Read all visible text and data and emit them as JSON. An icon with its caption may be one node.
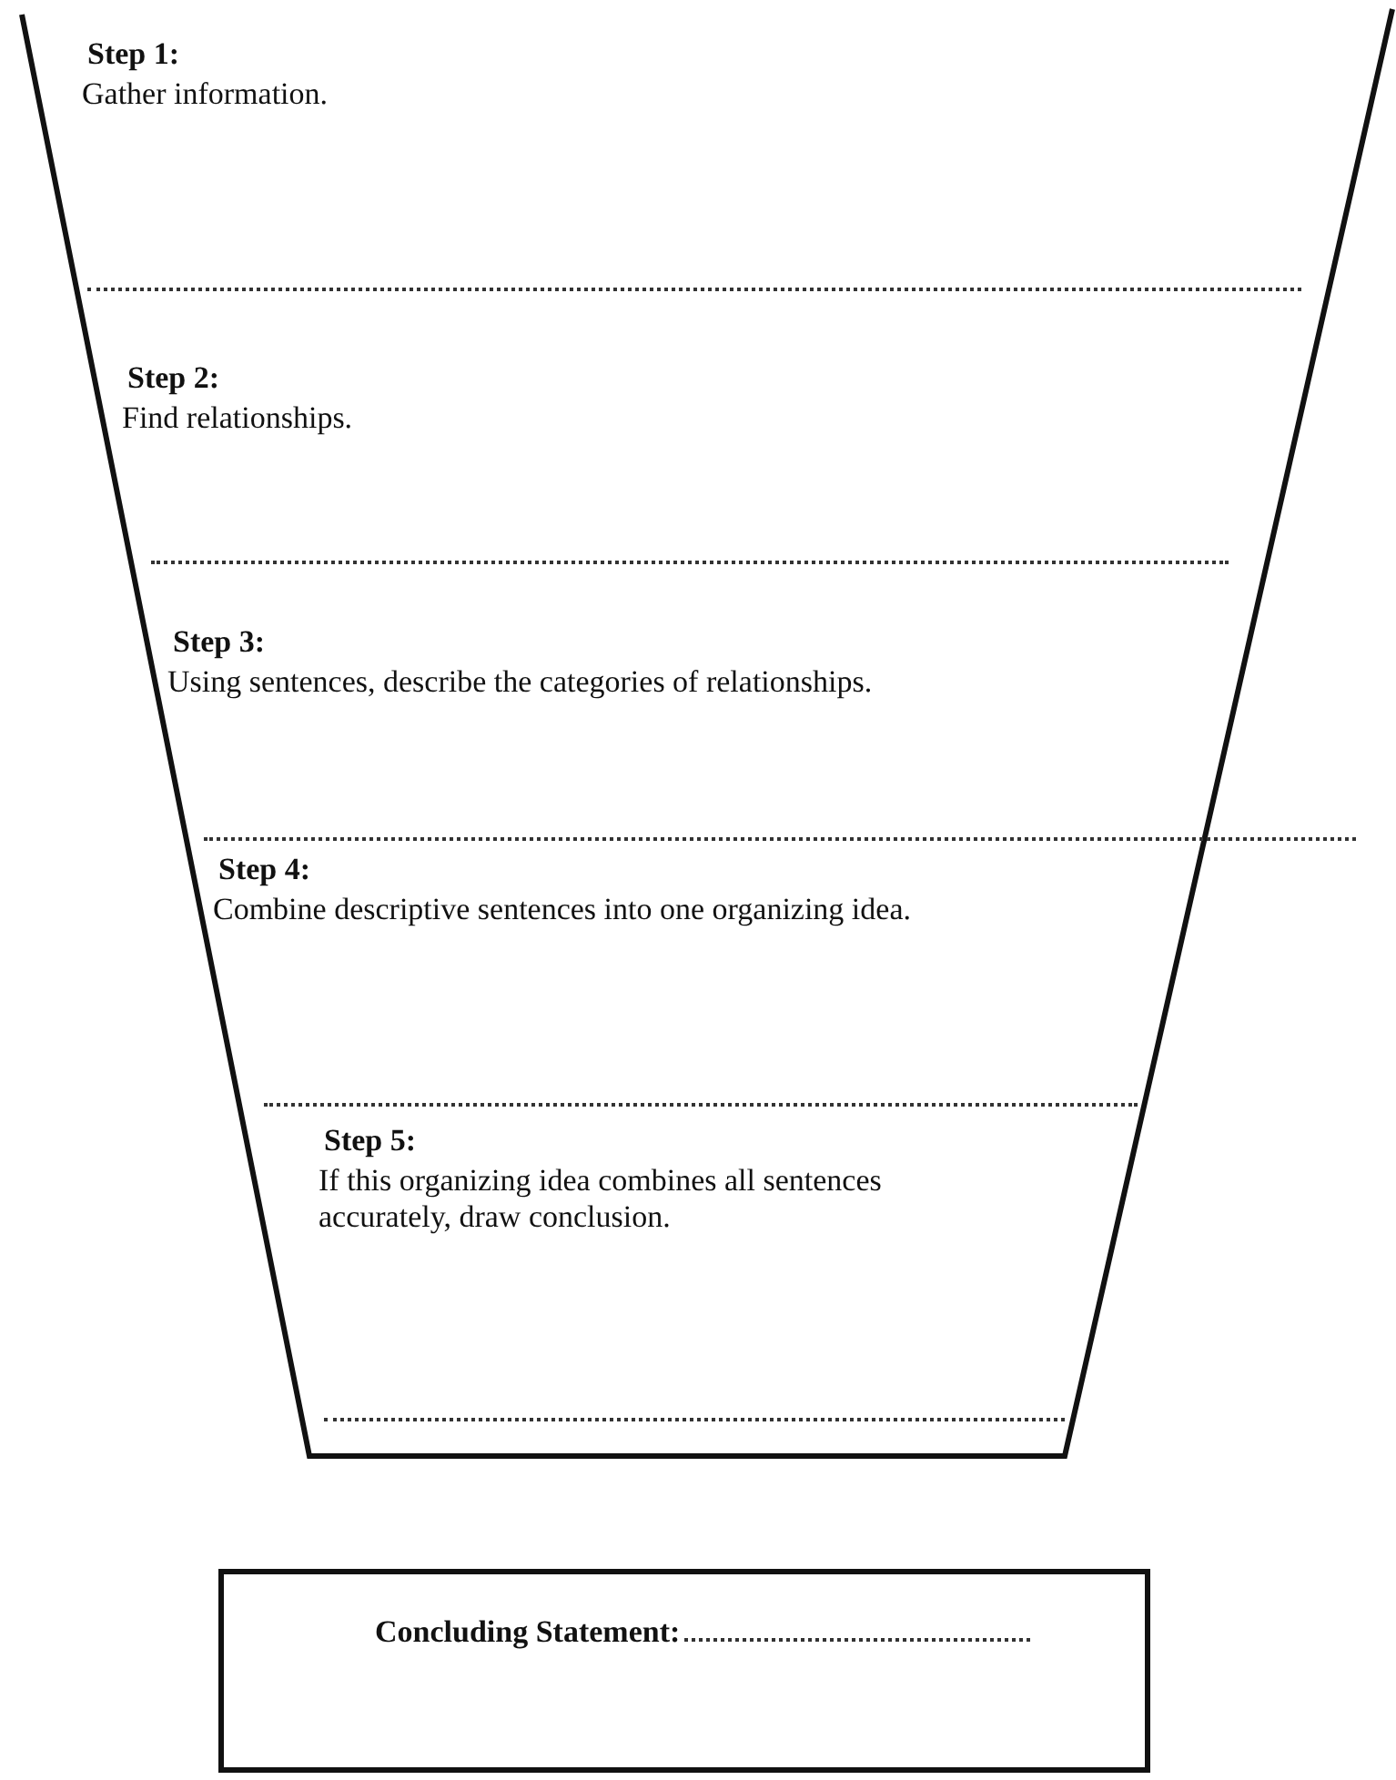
{
  "diagram": {
    "nodes": [
      {
        "text": [],
        "shape": "funnel"
      },
      {
        "text": [
          "Step 1:",
          "Gather information."
        ],
        "in": 0
      },
      {
        "text": [
          "Step 2:",
          "Find relationships."
        ],
        "in": 0
      },
      {
        "text": [
          "Step 3:",
          "Using sentences, describe the categories of relationships."
        ],
        "in": 0
      },
      {
        "text": [
          "Step 4:",
          "Combine descriptive sentences into one organizing idea."
        ],
        "in": 0
      },
      {
        "text": [
          "Step 5:",
          "If this organizing idea combines all sentences accurately, draw conclusion."
        ],
        "in": 0
      },
      {
        "text": [
          "Concluding Statement:"
        ]
      }
    ]
  }
}
